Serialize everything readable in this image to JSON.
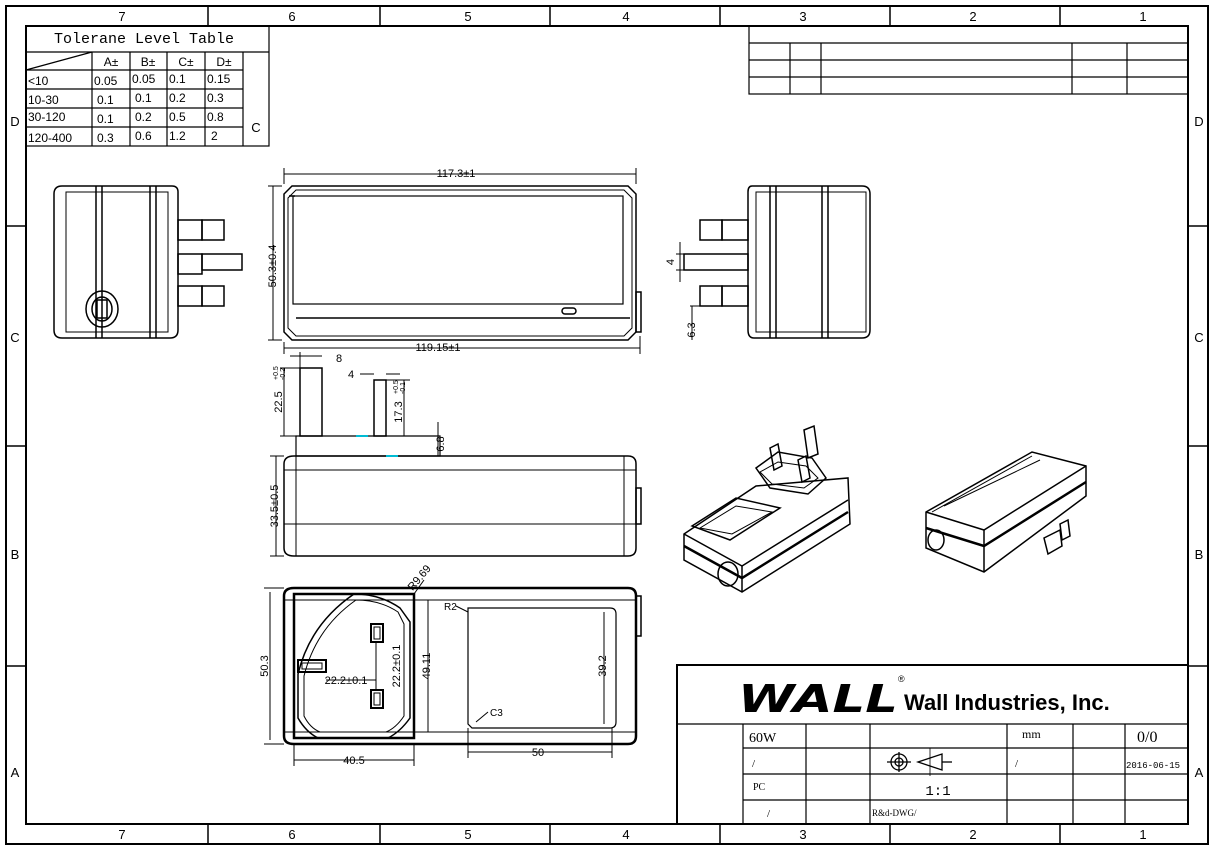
{
  "frame": {
    "columns": [
      "7",
      "6",
      "5",
      "4",
      "3",
      "2",
      "1"
    ],
    "rows": [
      "D",
      "C",
      "B",
      "A"
    ]
  },
  "tolerance_table": {
    "title": "Tolerane Level Table",
    "headers": [
      "A±",
      "B±",
      "C±",
      "D±"
    ],
    "rows": [
      {
        "range": "<10",
        "values": [
          "0.05",
          "0.05",
          "0.1",
          "0.15"
        ]
      },
      {
        "range": "10-30",
        "values": [
          "0.1",
          "0.1",
          "0.2",
          "0.3"
        ]
      },
      {
        "range": "30-120",
        "values": [
          "0.1",
          "0.2",
          "0.5",
          "0.8"
        ]
      },
      {
        "range": "120-400",
        "values": [
          "0.3",
          "0.6",
          "1.2",
          "2"
        ]
      }
    ],
    "selected_level": "C"
  },
  "dimensions": {
    "top_length": "117.3±1",
    "top_height": "50.3±0.4",
    "bottom_length": "119.15±1",
    "side_pin_width": "4",
    "side_pin_offset": "6.3",
    "pin_width": "8",
    "pin_length_main": "22.5",
    "pin_length_main_tol_upper": "+0.5",
    "pin_length_main_tol_lower": "-0.2",
    "pin_small_width": "4",
    "pin_small_length": "17.3",
    "pin_small_tol_upper": "+0.5",
    "pin_small_tol_lower": "-0.1",
    "pin_base_offset": "6.8",
    "body_height": "33.5±0.5",
    "corner_radius": "R9.69",
    "label_radius": "R2",
    "label_chamfer": "C3",
    "face_height": "50.3",
    "pin_spacing_h": "22.2±0.1",
    "pin_spacing_v": "22.2±0.1",
    "inner_height": "49.11",
    "label_height": "39.2",
    "face_width": "40.5",
    "label_width": "50"
  },
  "title_block": {
    "company": "Wall Industries, Inc.",
    "logo_text": "WALL",
    "registered": "®",
    "power": "60W",
    "unit": "mm",
    "sheet": "0/0",
    "slash_a": "/",
    "slash_b": "/",
    "slash_c": "/",
    "date": "2016-06-15",
    "material": "PC",
    "scale": "1:1",
    "drawing_no": "R&d-DWG/"
  }
}
